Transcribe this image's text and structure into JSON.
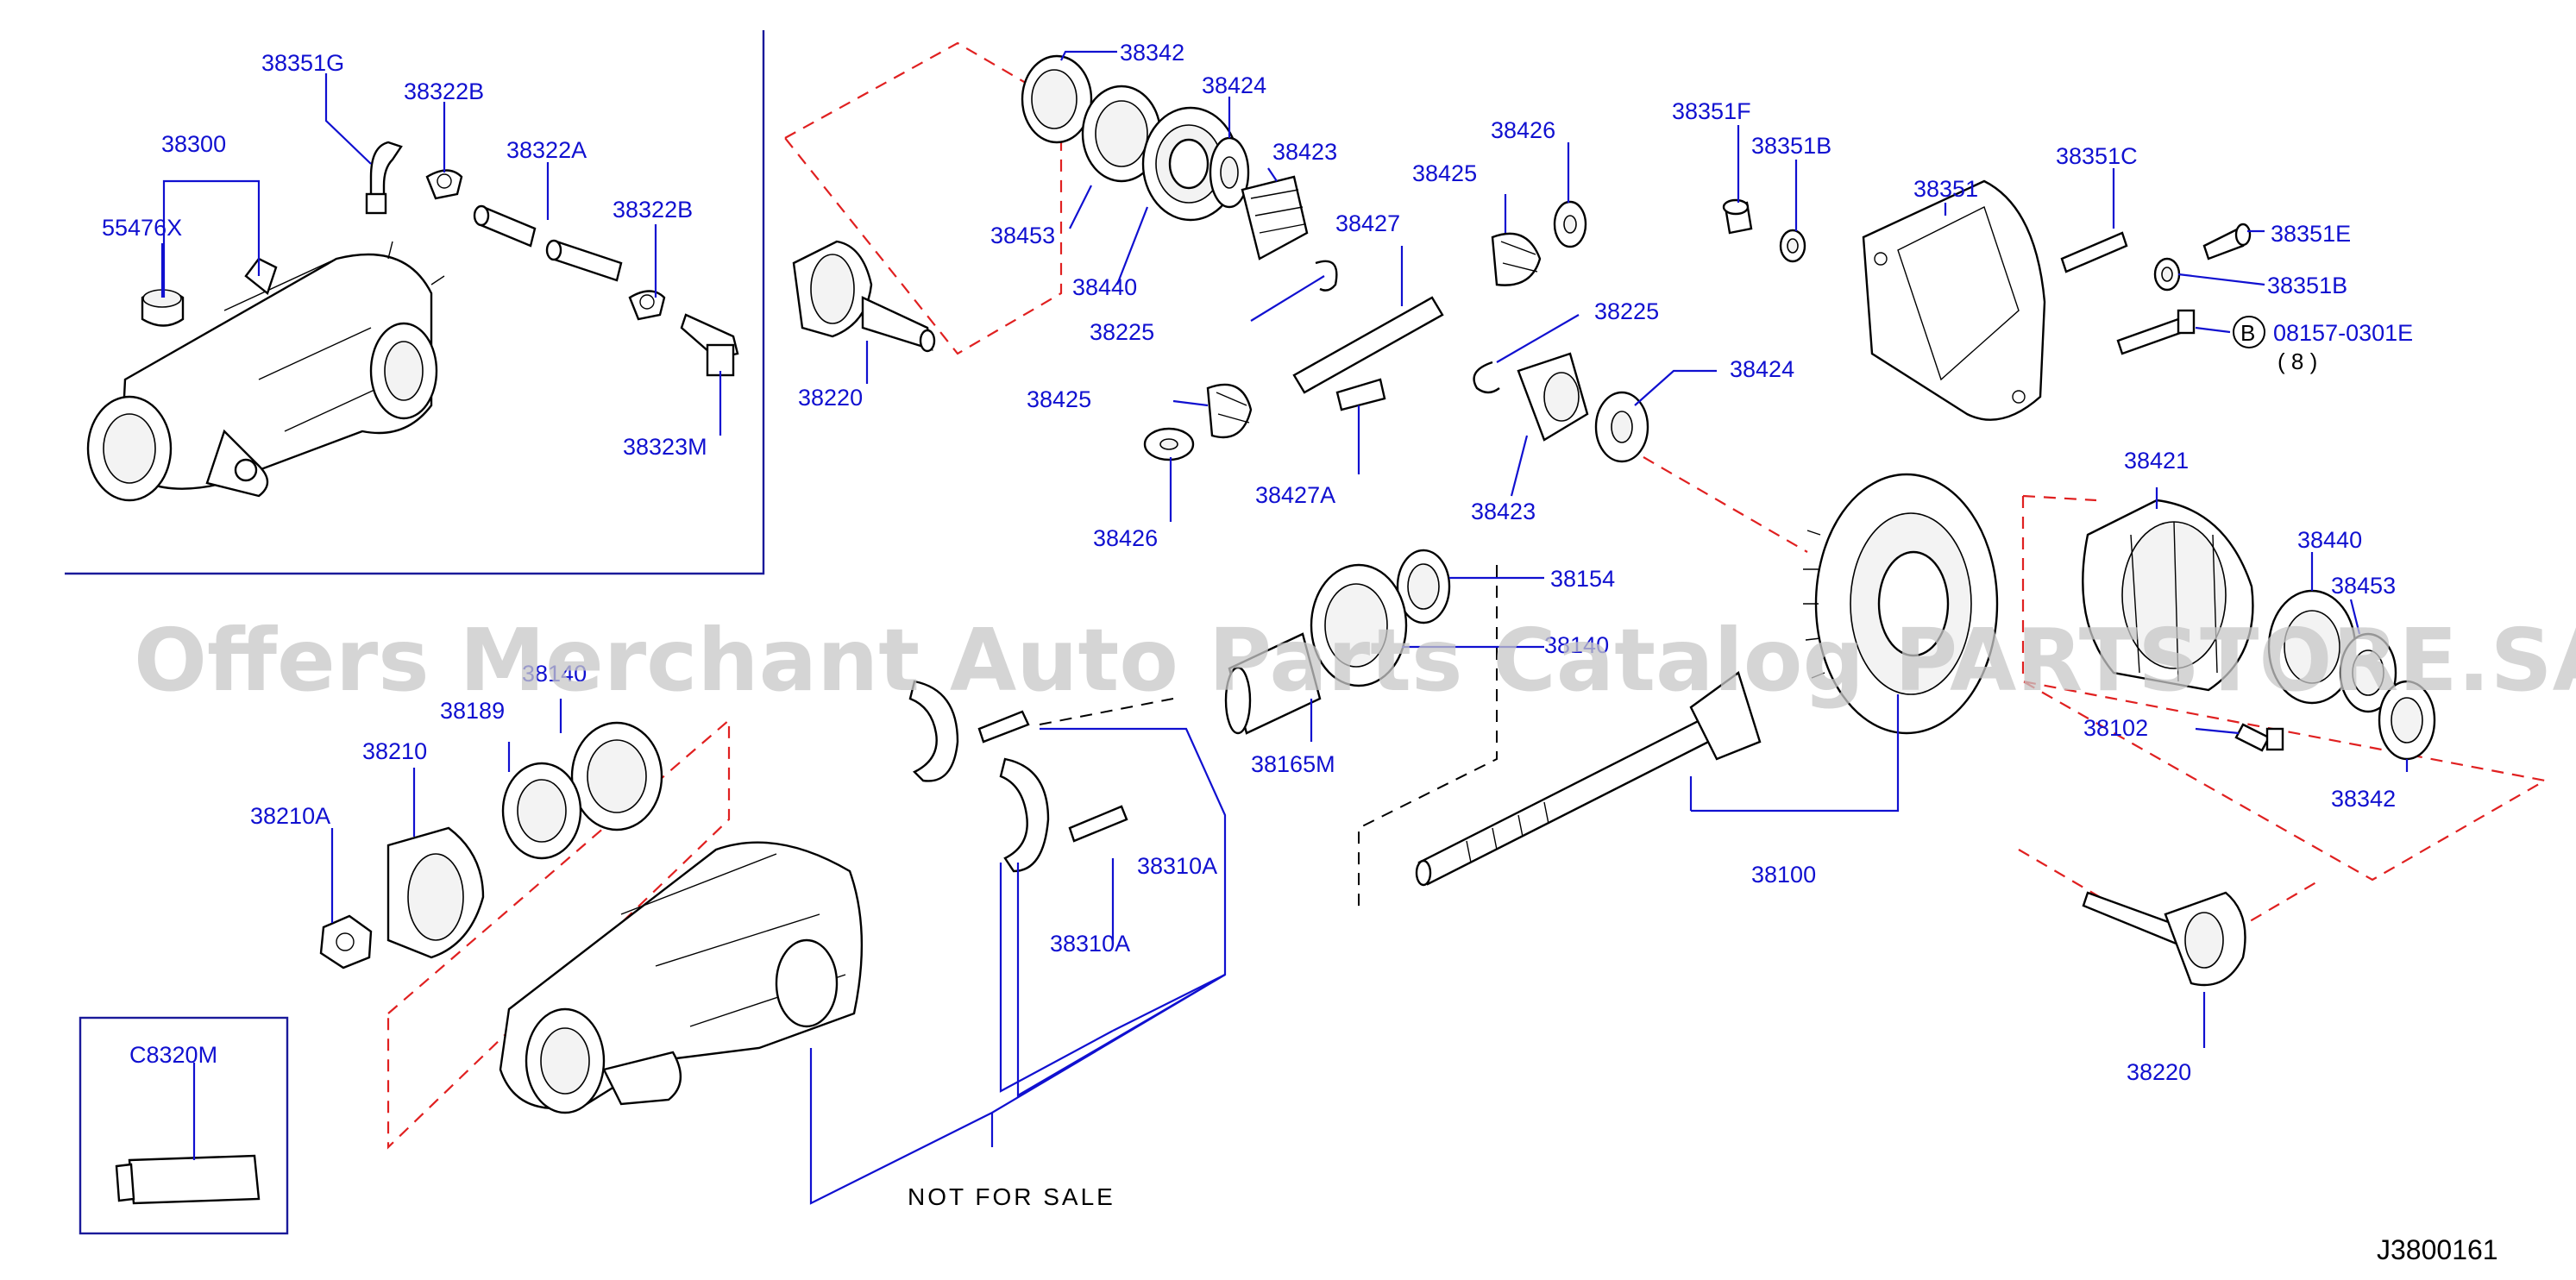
{
  "watermark": "Offers Merchant Auto Parts Catalog PARTSTORE.SA",
  "diagram_id": "J3800161",
  "note": "NOT FOR SALE",
  "callouts": {
    "c38351G": "38351G",
    "c38322B_1": "38322B",
    "c38300": "38300",
    "c38322A": "38322A",
    "c55476X": "55476X",
    "c38322B_2": "38322B",
    "c38323M": "38323M",
    "c38342_top": "38342",
    "c38424_top": "38424",
    "c38423_top": "38423",
    "c38453_top": "38453",
    "c38440_top": "38440",
    "c38225_top": "38225",
    "c38220_left": "38220",
    "c38427": "38427",
    "c38425_right": "38425",
    "c38426_right": "38426",
    "c38225_right": "38225",
    "c38425_left": "38425",
    "c38427A": "38427A",
    "c38426_left": "38426",
    "c38424_right": "38424",
    "c38423_mid": "38423",
    "c38351F": "38351F",
    "c38351B_1": "38351B",
    "c38351": "38351",
    "c38351C": "38351C",
    "c38351E": "38351E",
    "c38351B_2": "38351B",
    "bolt_circle": "B",
    "bolt_part": "08157-0301E",
    "bolt_qty": "( 8 )",
    "c38421": "38421",
    "c38440_right": "38440",
    "c38453_right": "38453",
    "c38102": "38102",
    "c38342_right": "38342",
    "c38220_right": "38220",
    "c38154": "38154",
    "c38140_partial": "38140",
    "c38165M": "38165M",
    "c38189": "38189",
    "c38210": "38210",
    "c38210A": "38210A",
    "c38310A_1": "38310A",
    "c38310A_2": "38310A",
    "c38100": "38100",
    "cC8320M": "C8320M"
  }
}
